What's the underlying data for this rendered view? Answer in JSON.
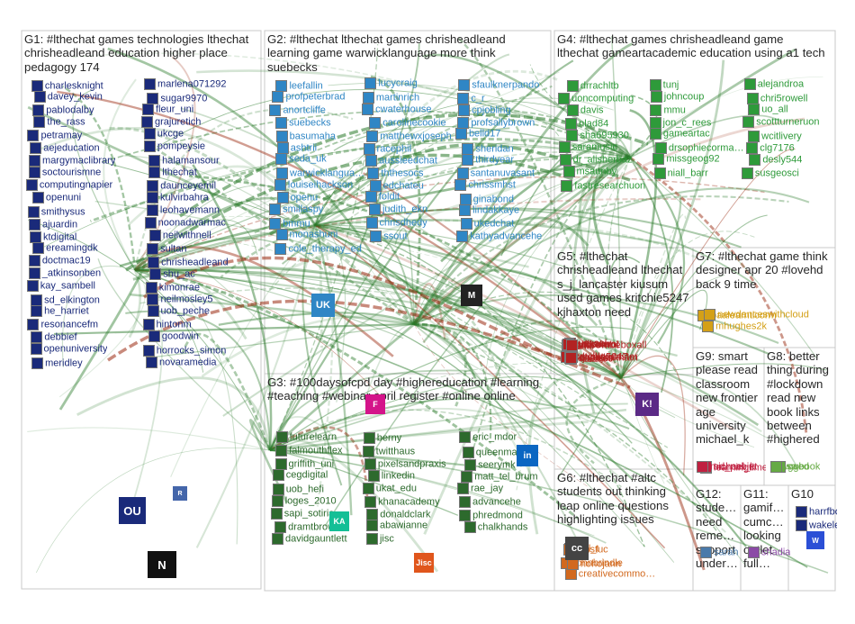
{
  "groups": [
    {
      "id": "g1",
      "title": "G1: #lthechat games technologies lthechat chrisheadleand education higher place pedagogy 174"
    },
    {
      "id": "g2",
      "title": "G2: #lthechat lthechat games chrisheadleand learning game warwicklanguage more think suebecks"
    },
    {
      "id": "g4",
      "title": "G4: #lthechat games chrisheadleand game lthechat gameartacademic education using a1 tech"
    },
    {
      "id": "g5",
      "title": "G5: #lthechat chrisheadleand lthechat s_j_lancaster kiusum used games kritchie5247 kjhaxton need"
    },
    {
      "id": "g7",
      "title": "G7: #lthechat game think designer apr 20 #lovehd back 9 time"
    },
    {
      "id": "g3",
      "title": "G3: #100daysofcpd day #highereducation #learning #teaching #webinar april register #online online"
    },
    {
      "id": "g9",
      "title": "G9: smart please read classroom new frontier age university michael_k"
    },
    {
      "id": "g8",
      "title": "G8: better thing during #lockdown read new book links between #highered"
    },
    {
      "id": "g6",
      "title": "G6: #lthechat #altc students out thinking leap online questions highlighting issues"
    },
    {
      "id": "g12",
      "title": "G12: stude… need reme… support under…"
    },
    {
      "id": "g11",
      "title": "G11: gamif… cumc… looking outlet full…"
    },
    {
      "id": "g10",
      "title": "G10"
    }
  ],
  "nodes": [
    {
      "label": "charlesknight",
      "g": "g1"
    },
    {
      "label": "marlena071292",
      "g": "g1"
    },
    {
      "label": "davey_kevin",
      "g": "g1"
    },
    {
      "label": "sugar9970",
      "g": "g1"
    },
    {
      "label": "pablodalby",
      "g": "g1"
    },
    {
      "label": "fleur_uni",
      "g": "g1"
    },
    {
      "label": "the_rass",
      "g": "g1"
    },
    {
      "label": "grajuretich",
      "g": "g1"
    },
    {
      "label": "petramay",
      "g": "g1"
    },
    {
      "label": "ukcge",
      "g": "g1"
    },
    {
      "label": "aejeducation",
      "g": "g1"
    },
    {
      "label": "pompeysie",
      "g": "g1"
    },
    {
      "label": "margymaclibrary",
      "g": "g1"
    },
    {
      "label": "halamansour",
      "g": "g1"
    },
    {
      "label": "soctourismne",
      "g": "g1"
    },
    {
      "label": "lthechat",
      "g": "g1"
    },
    {
      "label": "computingnapier",
      "g": "g1"
    },
    {
      "label": "daunceyemil",
      "g": "g1"
    },
    {
      "label": "openuni",
      "g": "g1"
    },
    {
      "label": "kulvirbahra",
      "g": "g1"
    },
    {
      "label": "smithysus",
      "g": "g1"
    },
    {
      "label": "leohavemann",
      "g": "g1"
    },
    {
      "label": "ajuardin",
      "g": "g1"
    },
    {
      "label": "noonadwarmac",
      "g": "g1"
    },
    {
      "label": "ktdigital",
      "g": "g1"
    },
    {
      "label": "neilwithnell",
      "g": "g1"
    },
    {
      "label": "ereamingdk",
      "g": "g1"
    },
    {
      "label": "sultan",
      "g": "g1"
    },
    {
      "label": "doctmac19",
      "g": "g1"
    },
    {
      "label": "chrisheadleand",
      "g": "g1"
    },
    {
      "label": "_atkinsonben",
      "g": "g1"
    },
    {
      "label": "shu_ac",
      "g": "g1"
    },
    {
      "label": "kay_sambell",
      "g": "g1"
    },
    {
      "label": "kimonrae",
      "g": "g1"
    },
    {
      "label": "sd_elkington",
      "g": "g1"
    },
    {
      "label": "neilmosley5",
      "g": "g1"
    },
    {
      "label": "he_harriet",
      "g": "g1"
    },
    {
      "label": "uob_peche",
      "g": "g1"
    },
    {
      "label": "resonancefm",
      "g": "g1"
    },
    {
      "label": "hintonm",
      "g": "g1"
    },
    {
      "label": "debbief",
      "g": "g1"
    },
    {
      "label": "goodwin",
      "g": "g1"
    },
    {
      "label": "openuniversity",
      "g": "g1"
    },
    {
      "label": "horrocks_simon",
      "g": "g1"
    },
    {
      "label": "meridley",
      "g": "g1"
    },
    {
      "label": "novaramedia",
      "g": "g1"
    },
    {
      "label": "leefallin",
      "g": "g2"
    },
    {
      "label": "lucycraig",
      "g": "g2"
    },
    {
      "label": "sfaulknerpando",
      "g": "g2"
    },
    {
      "label": "profpeterbrad",
      "g": "g2"
    },
    {
      "label": "martinrich",
      "g": "g2"
    },
    {
      "label": "c_r",
      "g": "g2"
    },
    {
      "label": "anortcliffe",
      "g": "g2"
    },
    {
      "label": "cwaterhouse",
      "g": "g2"
    },
    {
      "label": "cpjobling",
      "g": "g2"
    },
    {
      "label": "suebecks",
      "g": "g2"
    },
    {
      "label": "carolinecookie",
      "g": "g2"
    },
    {
      "label": "profsallybrown",
      "g": "g2"
    },
    {
      "label": "basumaha",
      "g": "g2"
    },
    {
      "label": "matthewxjoseph",
      "g": "g2"
    },
    {
      "label": "belld17",
      "g": "g2"
    },
    {
      "label": "ashtrii",
      "g": "g2"
    },
    {
      "label": "racephil",
      "g": "g2"
    },
    {
      "label": "sheridan",
      "g": "g2"
    },
    {
      "label": "seda_uk",
      "g": "g2"
    },
    {
      "label": "aussieedchat",
      "g": "g2"
    },
    {
      "label": "thirdyear",
      "g": "g2"
    },
    {
      "label": "warwicklangua…",
      "g": "g2"
    },
    {
      "label": "ththesocs",
      "g": "g2"
    },
    {
      "label": "santanuvasant",
      "g": "g2"
    },
    {
      "label": "louiseihackson",
      "g": "g2"
    },
    {
      "label": "edchateu",
      "g": "g2"
    },
    {
      "label": "chrissmhst",
      "g": "g2"
    },
    {
      "label": "openu",
      "g": "g2"
    },
    {
      "label": "foldit",
      "g": "g2"
    },
    {
      "label": "ginabond",
      "g": "g2"
    },
    {
      "label": "smillaspy",
      "g": "g2"
    },
    {
      "label": "judith_ekn",
      "g": "g2"
    },
    {
      "label": "lindakkaye",
      "g": "g2"
    },
    {
      "label": "bmmu",
      "g": "g2"
    },
    {
      "label": "chrisdhedy",
      "g": "g2"
    },
    {
      "label": "ukedchat",
      "g": "g2"
    },
    {
      "label": "monashuni",
      "g": "g2"
    },
    {
      "label": "ssout",
      "g": "g2"
    },
    {
      "label": "kathyadvancehe",
      "g": "g2"
    },
    {
      "label": "cole_therapy_ed",
      "g": "g2"
    },
    {
      "label": "drrachltb",
      "g": "g4"
    },
    {
      "label": "tunj",
      "g": "g4"
    },
    {
      "label": "alejandroa",
      "g": "g4"
    },
    {
      "label": "uoncomputing",
      "g": "g4"
    },
    {
      "label": "johncoup",
      "g": "g4"
    },
    {
      "label": "chri5rowell",
      "g": "g4"
    },
    {
      "label": "davis",
      "g": "g4"
    },
    {
      "label": "mmu",
      "g": "g4"
    },
    {
      "label": "uo_all",
      "g": "g4"
    },
    {
      "label": "nlad84",
      "g": "g4"
    },
    {
      "label": "jon_c_rees",
      "g": "g4"
    },
    {
      "label": "scottturneruon",
      "g": "g4"
    },
    {
      "label": "sha695930",
      "g": "g4"
    },
    {
      "label": "gameartac",
      "g": "g4"
    },
    {
      "label": "wcitlivery",
      "g": "g4"
    },
    {
      "label": "saramusic",
      "g": "g4"
    },
    {
      "label": "drsophiecorma…",
      "g": "g4"
    },
    {
      "label": "clg7176",
      "g": "g4"
    },
    {
      "label": "dr_alisherbaz",
      "g": "g4"
    },
    {
      "label": "missgeog92",
      "g": "g4"
    },
    {
      "label": "desly544",
      "g": "g4"
    },
    {
      "label": "msaunby",
      "g": "g4"
    },
    {
      "label": "niall_barr",
      "g": "g4"
    },
    {
      "label": "susgeosci",
      "g": "g4"
    },
    {
      "label": "fastresearchuon",
      "g": "g4"
    },
    {
      "label": "usasel",
      "g": "g5"
    },
    {
      "label": "kritchie5247",
      "g": "g5"
    },
    {
      "label": "ariki",
      "g": "g5"
    },
    {
      "label": "kjhaxton",
      "g": "g5"
    },
    {
      "label": "andrewmi",
      "g": "g5"
    },
    {
      "label": "s_j_lancaster",
      "g": "g5"
    },
    {
      "label": "um",
      "g": "g5"
    },
    {
      "label": "baalearntlcorm",
      "g": "g7"
    },
    {
      "label": "mhughes2k",
      "g": "g7"
    },
    {
      "label": "newdanceswithcloud",
      "g": "g7"
    },
    {
      "label": "futurelearn",
      "g": "g3"
    },
    {
      "label": "berny",
      "g": "g3"
    },
    {
      "label": "eric_mdor",
      "g": "g3"
    },
    {
      "label": "falmouthflex",
      "g": "g3"
    },
    {
      "label": "twitthaus",
      "g": "g3"
    },
    {
      "label": "queenmary",
      "g": "g3"
    },
    {
      "label": "griffith_uni",
      "g": "g3"
    },
    {
      "label": "pixelsandpraxis",
      "g": "g3"
    },
    {
      "label": "seerymk",
      "g": "g3"
    },
    {
      "label": "cegdigital",
      "g": "g3"
    },
    {
      "label": "linkedin",
      "g": "g3"
    },
    {
      "label": "matt_tel_brum",
      "g": "g3"
    },
    {
      "label": "uob_hefi",
      "g": "g3"
    },
    {
      "label": "ukat_edu",
      "g": "g3"
    },
    {
      "label": "rae_jay",
      "g": "g3"
    },
    {
      "label": "loges_2010",
      "g": "g3"
    },
    {
      "label": "khanacademy",
      "g": "g3"
    },
    {
      "label": "advancehe",
      "g": "g3"
    },
    {
      "label": "sapi_sotiria",
      "g": "g3"
    },
    {
      "label": "donaldclark",
      "g": "g3"
    },
    {
      "label": "phredmond",
      "g": "g3"
    },
    {
      "label": "dramtbrown",
      "g": "g3"
    },
    {
      "label": "abawianne",
      "g": "g3"
    },
    {
      "label": "chalkhands",
      "g": "g3"
    },
    {
      "label": "davidgauntlett",
      "g": "g3"
    },
    {
      "label": "jisc",
      "g": "g3"
    },
    {
      "label": "mick",
      "g": "g5"
    },
    {
      "label": "_dbaum",
      "g": "g5"
    },
    {
      "label": "suelee9",
      "g": "g5"
    },
    {
      "label": "getkahoot",
      "g": "g5"
    },
    {
      "label": "annajkirkham",
      "g": "g5"
    },
    {
      "label": "acoombeboxall",
      "g": "g5"
    },
    {
      "label": "learningtime",
      "g": "g9"
    },
    {
      "label": "ed_pabiet",
      "g": "g9"
    },
    {
      "label": "michael_k",
      "g": "g9"
    },
    {
      "label": "sa",
      "g": "g8"
    },
    {
      "label": "ggbook",
      "g": "g8"
    },
    {
      "label": "wwed",
      "g": "g8"
    },
    {
      "label": "a_l_t",
      "g": "g6"
    },
    {
      "label": "johnbrindle",
      "g": "g6"
    },
    {
      "label": "creativecommo…",
      "g": "g6"
    },
    {
      "label": "lanstuc",
      "g": "g6"
    },
    {
      "label": "hohojann",
      "g": "g6"
    },
    {
      "label": "sarah",
      "g": "g12"
    },
    {
      "label": "shadia",
      "g": "g11"
    },
    {
      "label": "harrfborne",
      "g": "g10"
    },
    {
      "label": "wakelet",
      "g": "g10"
    }
  ],
  "logos": [
    {
      "name": "openuniversity-logo",
      "label": "OU"
    },
    {
      "name": "novaramedia-logo",
      "label": "N"
    },
    {
      "name": "resonancefm-logo",
      "label": "R"
    },
    {
      "name": "ukedchat-logo",
      "label": "UK"
    },
    {
      "name": "monashuni-logo",
      "label": "M"
    },
    {
      "name": "kahoot-logo",
      "label": "K!"
    },
    {
      "name": "linkedin-logo",
      "label": "in"
    },
    {
      "name": "jisc-logo",
      "label": "Jisc"
    },
    {
      "name": "creativecommons-logo",
      "label": "cc"
    },
    {
      "name": "futurelearn-logo",
      "label": "F"
    },
    {
      "name": "khanacademy-logo",
      "label": "KA"
    },
    {
      "name": "wakelet-logo",
      "label": "W"
    }
  ],
  "colors": {
    "g1": "#1a2a7a",
    "g2": "#2f86c5",
    "g3": "#2d6a2d",
    "g4": "#2e9a3a",
    "g5": "#b22222",
    "g6": "#d2691e",
    "g7": "#d4a017",
    "g8": "#66aa44",
    "g9": "#c02040",
    "g10": "#1a2a7a",
    "g11": "#8b4aa6",
    "g12": "#4a7aaa",
    "edge": "#2a7a2a",
    "edgeRed": "#9a2a10",
    "border": "#c8c8c8"
  }
}
